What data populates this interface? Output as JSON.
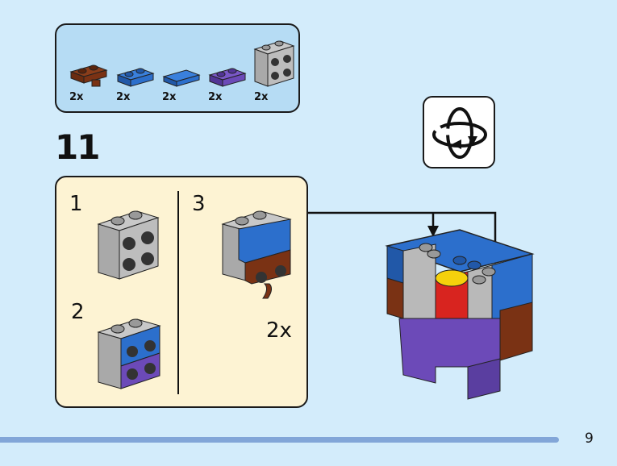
{
  "parts_list": {
    "items": [
      {
        "name": "brown plate with clip",
        "color": "#7a3214",
        "qty": "2x"
      },
      {
        "name": "blue plate 1x2",
        "color": "#2c6fcc",
        "qty": "2x"
      },
      {
        "name": "blue tile 1x2",
        "color": "#2c6fcc",
        "qty": "2x"
      },
      {
        "name": "purple plate 1x2",
        "color": "#6c4ab8",
        "qty": "2x"
      },
      {
        "name": "gray brick 2x2 with studs on side",
        "color": "#b9b9b9",
        "qty": "2x"
      }
    ]
  },
  "step": {
    "number": "11"
  },
  "rotate_icon": "rotate-model-icon",
  "substeps": [
    {
      "number": "1"
    },
    {
      "number": "2"
    },
    {
      "number": "3",
      "multiplier": "2x"
    }
  ],
  "colors": {
    "page_bg": "#d3ecfb",
    "parts_bg": "#b6dcf4",
    "substep_bg": "#fdf3d3",
    "footer_bar": "#82a6d8"
  },
  "page": {
    "number": "9"
  }
}
